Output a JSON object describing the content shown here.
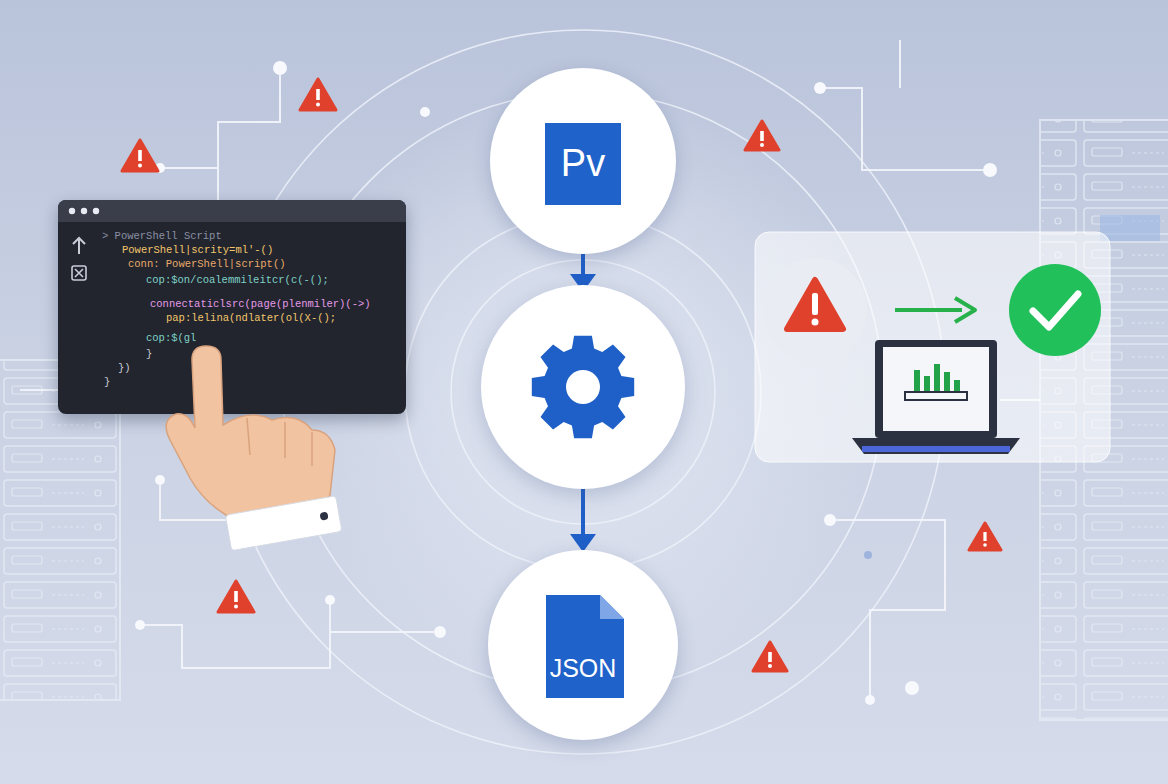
{
  "diagram": {
    "nodes": [
      {
        "text": [
          "Pv"
        ]
      },
      {
        "text": [
          "> PowerShell Script",
          "PowerShell|scrity=ml'-()",
          "conn: PowerShell|script()",
          "cop:$on/coalemmileitcr(c(-();",
          "connectaticlsrc(page(plenmiler)(->)",
          "pap:lelina(ndlater(ol(X-();",
          "cop:$(gl",
          "}",
          "})",
          "}"
        ]
      },
      {
        "text": [
          "JSON"
        ]
      }
    ]
  }
}
